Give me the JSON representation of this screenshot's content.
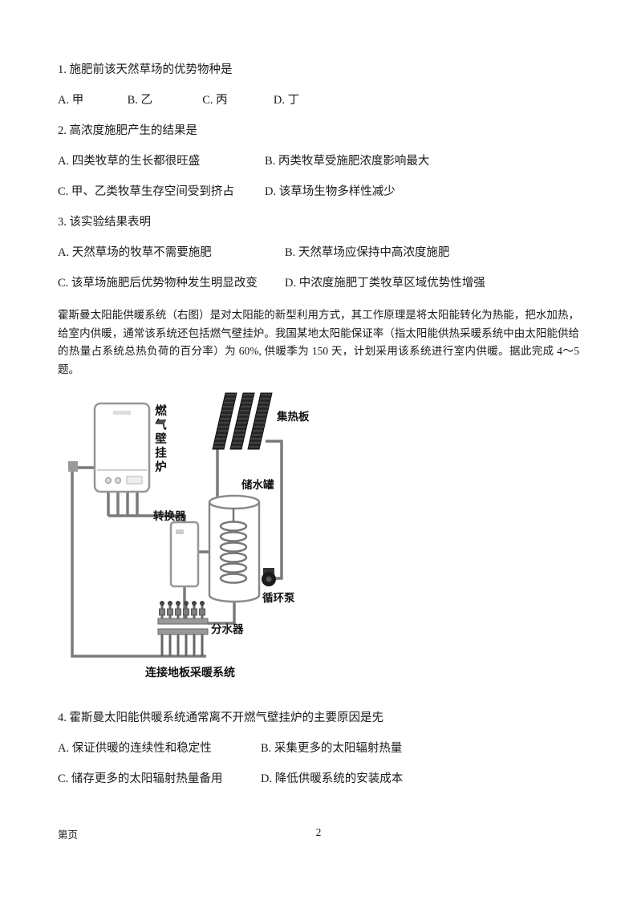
{
  "doc": {
    "q1": {
      "stem": "1. 施肥前该天然草场的优势物种是",
      "a": "A. 甲",
      "b": "B. 乙",
      "c": "C. 丙",
      "d": "D. 丁"
    },
    "q2": {
      "stem": "2. 高浓度施肥产生的结果是",
      "a": "A. 四类牧草的生长都很旺盛",
      "b": "B. 丙类牧草受施肥浓度影响最大",
      "c": "C. 甲、乙类牧草生存空间受到挤占",
      "d": "D. 该草场生物多样性减少"
    },
    "q3": {
      "stem": "3. 该实验结果表明",
      "a": "A. 天然草场的牧草不需要施肥",
      "b": "B. 天然草场应保持中高浓度施肥",
      "c": "C. 该草场施肥后优势物种发生明显改变",
      "d": "D. 中浓度施肥丁类牧草区域优势性增强"
    },
    "passage": "霍斯曼太阳能供暖系统（右图）是对太阳能的新型利用方式，其工作原理是将太阳能转化为热能，把水加热，给室内供暖，通常该系统还包括燃气壁挂炉。我国某地太阳能保证率（指太阳能供热采暖系统中由太阳能供给的热量占系统总热负荷的百分率）为 60%, 供暖季为 150 天，计划采用该系统进行室内供暖。据此完成 4～5 题。",
    "q4": {
      "stem": "4. 霍斯曼太阳能供暖系统通常离不开燃气壁挂炉的主要原因是兂",
      "a": "A. 保证供暖的连续性和稳定性",
      "b": "B. 采集更多的太阳辐射热量",
      "c": "C. 储存更多的太阳辐射热量备用",
      "d": "D. 降低供暖系统的安装成本"
    }
  },
  "diagram": {
    "labels": {
      "boiler": "燃气壁挂炉",
      "collector": "集热板",
      "tank": "储水罐",
      "converter": "转换器",
      "pump": "循环泵",
      "manifold": "分水器",
      "floor_system": "连接地板采暖系统"
    }
  },
  "footer": {
    "left": "第页",
    "page_number": "2"
  }
}
